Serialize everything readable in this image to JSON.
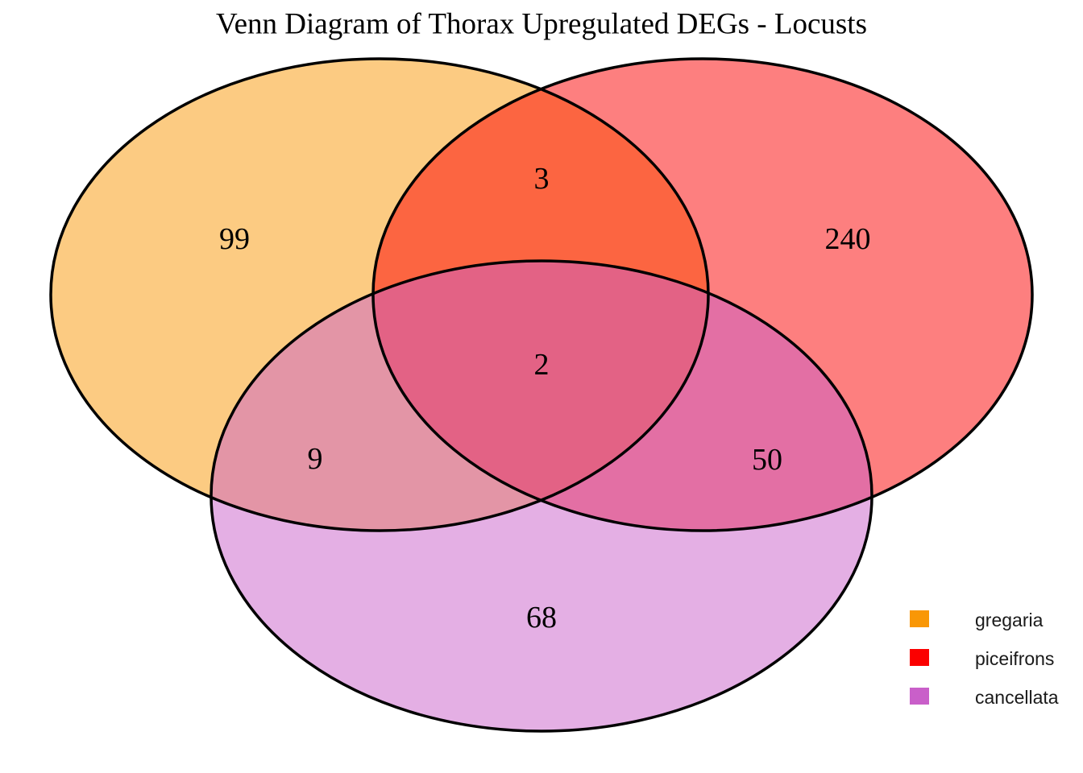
{
  "chart_data": {
    "type": "venn",
    "title": "Venn Diagram of Thorax Upregulated DEGs - Locusts",
    "sets": [
      "gregaria",
      "piceifrons",
      "cancellata"
    ],
    "colors": {
      "gregaria": "#F99706",
      "piceifrons": "#FB0000",
      "cancellata": "#C95FC9",
      "outline": "#000000"
    },
    "fill_opacity": 0.5,
    "regions": {
      "gregaria_only": "99",
      "piceifrons_only": "240",
      "cancellata_only": "68",
      "gregaria_piceifrons": "3",
      "gregaria_cancellata": "9",
      "piceifrons_cancellata": "50",
      "all_three": "2"
    },
    "legend": {
      "position": "bottom-right",
      "items": [
        {
          "label": "gregaria",
          "color": "#F99706"
        },
        {
          "label": "piceifrons",
          "color": "#FB0000"
        },
        {
          "label": "cancellata",
          "color": "#C95FC9"
        }
      ]
    }
  }
}
